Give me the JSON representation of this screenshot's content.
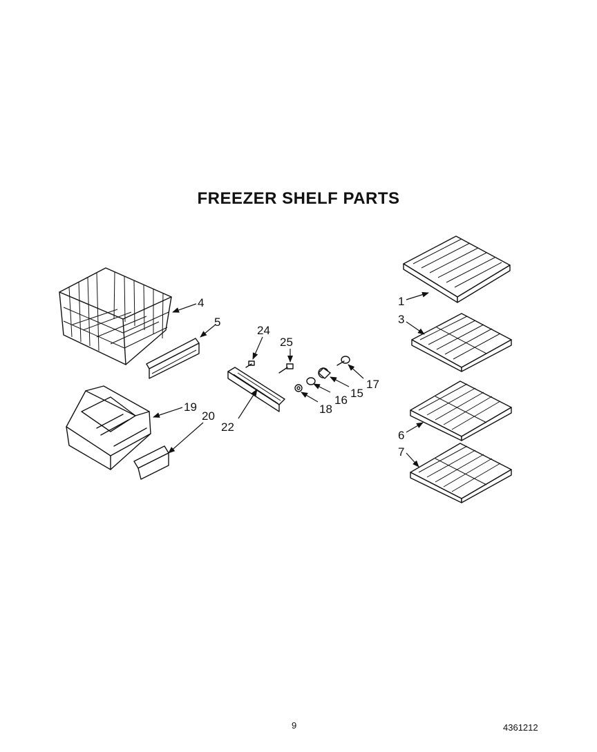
{
  "title": "FREEZER SHELF PARTS",
  "footer": {
    "page_number": "9",
    "document_number": "4361212"
  },
  "callouts": {
    "c1": "1",
    "c3": "3",
    "c4": "4",
    "c5": "5",
    "c6": "6",
    "c7": "7",
    "c15": "15",
    "c16": "16",
    "c17": "17",
    "c18": "18",
    "c19": "19",
    "c20": "20",
    "c22": "22",
    "c24": "24",
    "c25": "25"
  }
}
